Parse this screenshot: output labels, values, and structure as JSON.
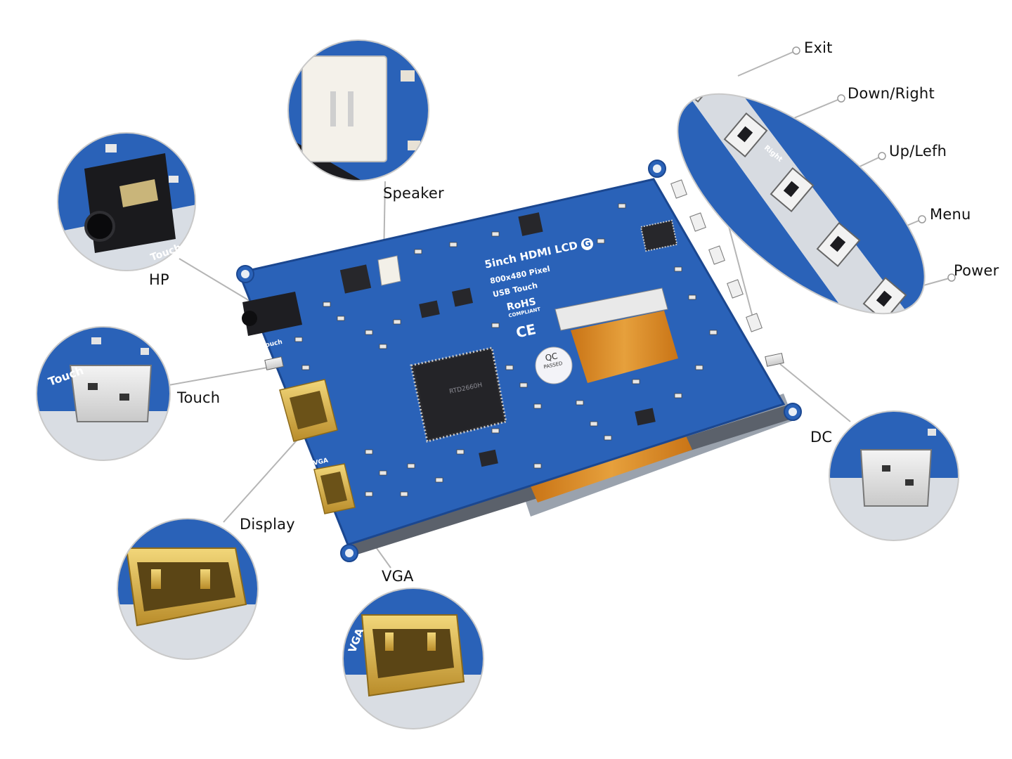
{
  "callouts": {
    "exit": "Exit",
    "down_right": "Down/Right",
    "up_left": "Up/Lefh",
    "menu": "Menu",
    "power": "Power",
    "speaker": "Speaker",
    "hp": "HP",
    "touch": "Touch",
    "display": "Display",
    "vga": "VGA",
    "dc": "DC"
  },
  "board": {
    "model": "5inch HDMI LCD",
    "version_mark": "G",
    "resolution": "800x480 Pixel",
    "touch_type": "USB Touch",
    "rohs": "RoHS",
    "rohs_sub": "COMPLIANT",
    "ce": "CE",
    "qc": "QC",
    "qc_sub": "PASSED",
    "silk_touch": "Touch",
    "silk_vga": "VGA",
    "silk_right": "Right"
  },
  "colors": {
    "pcb": "#2a62b8",
    "pcb_dark": "#1b4790",
    "gold": "#d6b04a",
    "ribbon": "#d98a22",
    "leader": "#b0b0b0"
  }
}
